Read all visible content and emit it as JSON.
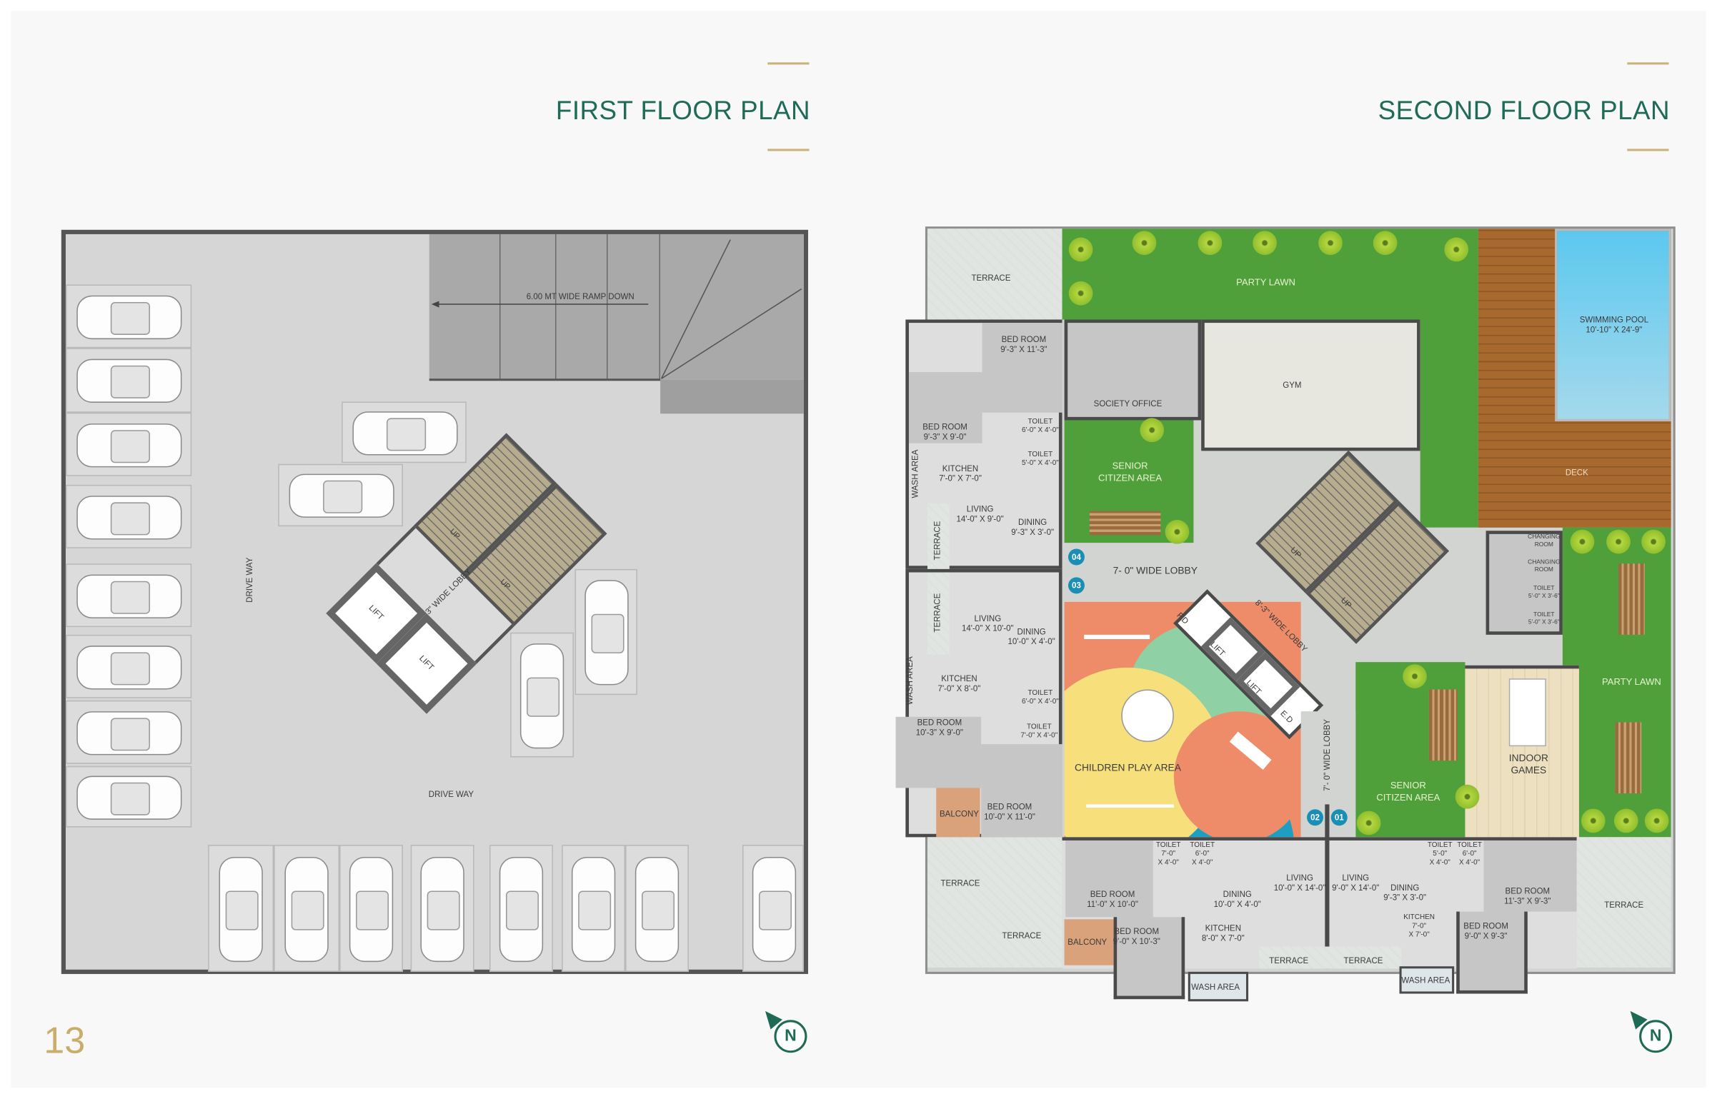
{
  "page_number": "13",
  "colors": {
    "title": "#1f6b57",
    "accent_gold": "#c9b37a",
    "lawn": "#4f9f3a",
    "pool": "#5cc8ef",
    "deck": "#a8692f",
    "badge": "#1a8fb5"
  },
  "first_floor": {
    "title": "FIRST FLOOR PLAN",
    "compass": "N",
    "labels": {
      "ramp": "6.00 MT WIDE RAMP DOWN",
      "drive_way_vertical": "DRIVE WAY",
      "drive_way": "DRIVE WAY",
      "lobby": "8'-3\" WIDE LOBBY",
      "up1": "UP",
      "up2": "UP",
      "lift1": "LIFT",
      "lift2": "LIFT"
    }
  },
  "second_floor": {
    "title": "SECOND FLOOR PLAN",
    "compass": "N",
    "flat_numbers": [
      "04",
      "03",
      "02",
      "01"
    ],
    "labels": {
      "terrace_nw": "TERRACE",
      "party_lawn_top": "PARTY LAWN",
      "pool": "SWIMMING POOL\n10'-10\" X 24'-9\"",
      "deck": "DECK",
      "bed_a1": "BED ROOM\n9'-3\" X 11'-3\"",
      "society_office": "SOCIETY OFFICE",
      "gym": "GYM",
      "bed_a2": "BED ROOM\n9'-3\" X 9'-0\"",
      "toilet_a1": "TOILET\n6'-0\" X 4'-0\"",
      "toilet_a2": "TOILET\n5'-0\" X 4'-0\"",
      "wash_a": "WASH AREA",
      "kitchen_a": "KITCHEN\n7'-0\" X 7'-0\"",
      "senior_1": "SENIOR\nCITIZEN AREA",
      "living_a": "LIVING\n14'-0\" X 9'-0\"",
      "dining_a": "DINING\n9'-3\" X 3'-0\"",
      "terrace_a": "TERRACE",
      "lobby_7_h": "7- 0\" WIDE LOBBY",
      "terrace_b": "TERRACE",
      "living_b": "LIVING\n14'-0\" X 10'-0\"",
      "dining_b": "DINING\n10'-0\" X 4'-0\"",
      "fd": "F.D",
      "lift1": "LIFT",
      "lift2": "LIFT",
      "ed": "E.D",
      "lobby_83": "8'-3\" WIDE LOBBY",
      "up1": "UP",
      "up2": "UP",
      "changing1": "CHANGING\nROOM",
      "changing2": "CHANGING\nROOM",
      "toilet_c1": "TOILET\n5'-0\" X 3'-6\"",
      "toilet_c2": "TOILET\n5'-0\" X 3'-6\"",
      "wash_b": "WASH AREA",
      "kitchen_b": "KITCHEN\n7'-0\" X 8'-0\"",
      "toilet_b1": "TOILET\n6'-0\" X 4'-0\"",
      "toilet_b2": "TOILET\n7'-0\" X 4'-0\"",
      "bed_b1": "BED ROOM\n10'-3\" X 9'-0\"",
      "party_lawn_right": "PARTY LAWN",
      "indoor_games": "INDOOR\nGAMES",
      "children_play": "CHILDREN PLAY AREA",
      "lobby_7_v": "7'- 0\" WIDE LOBBY",
      "senior_2": "SENIOR\nCITIZEN AREA",
      "bed_b2": "BED ROOM\n10'-0\" X 11'-0\"",
      "balcony_b": "BALCONY",
      "toilet_d1": "TOILET\n7'-0\"\nX 4'-0\"",
      "toilet_d2": "TOILET\n6'-0\"\nX 4'-0\"",
      "toilet_e1": "TOILET\n5'-0\"\nX 4'-0\"",
      "toilet_e2": "TOILET\n6'-0\"\nX 4'-0\"",
      "terrace_sw": "TERRACE",
      "living_d": "LIVING\n10'-0\" X 14'-0\"",
      "living_e": "LIVING\n9'-0\" X 14'-0\"",
      "dining_e": "DINING\n9'-3\" X 3'-0\"",
      "bed_d1": "BED ROOM\n11'-0\" X 10'-0\"",
      "dining_d": "DINING\n10'-0\" X 4'-0\"",
      "bed_e1": "BED ROOM\n11'-3\" X 9'-3\"",
      "terrace_se": "TERRACE",
      "kitchen_e": "KITCHEN\n7'-0\"\nX 7'-0\"",
      "bed_e2": "BED ROOM\n9'-0\" X 9'-3\"",
      "kitchen_d": "KITCHEN\n8'-0\" X 7'-0\"",
      "bed_d2": "BED ROOM\n9'-0\" X 10'-3\"",
      "terrace_sw2": "TERRACE",
      "balcony_d": "BALCONY",
      "terrace_d": "TERRACE",
      "terrace_e": "TERRACE",
      "wash_d": "WASH AREA",
      "wash_e": "WASH AREA"
    }
  }
}
